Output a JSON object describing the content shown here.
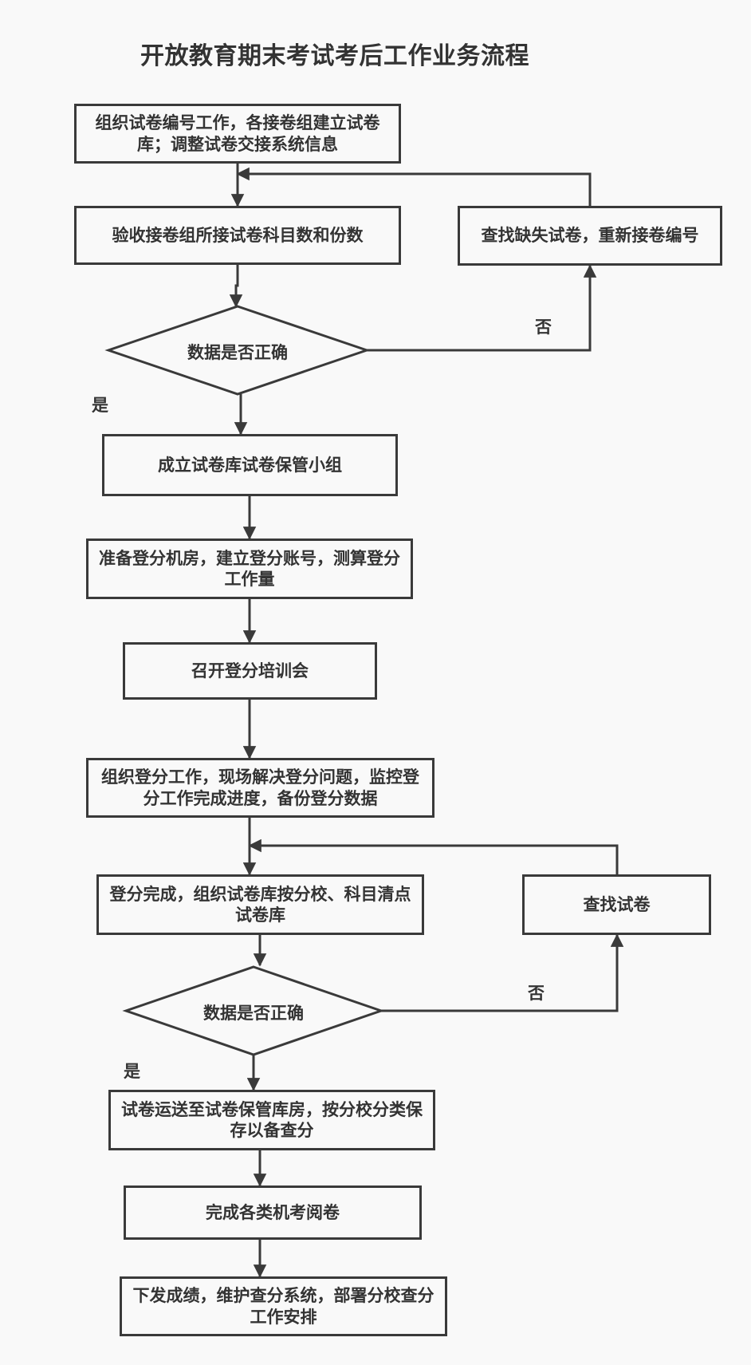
{
  "title": "开放教育期末考试考后工作业务流程",
  "nodes": {
    "n1": "组织试卷编号工作，各接卷组建立试卷库；调整试卷交接系统信息",
    "n2": "验收接卷组所接试卷科目数和份数",
    "n3": "查找缺失试卷，重新接卷编号",
    "d1": "数据是否正确",
    "n4": "成立试卷库试卷保管小组",
    "n5": "准备登分机房，建立登分账号，测算登分工作量",
    "n6": "召开登分培训会",
    "n7": "组织登分工作，现场解决登分问题，监控登分工作完成进度，备份登分数据",
    "n8": "登分完成，组织试卷库按分校、科目清点试卷库",
    "n9": "查找试卷",
    "d2": "数据是否正确",
    "n10": "试卷运送至试卷保管库房，按分校分类保存以备查分",
    "n11": "完成各类机考阅卷",
    "n12": "下发成绩，维护查分系统，部署分校查分工作安排"
  },
  "labels": {
    "no1": "否",
    "yes1": "是",
    "no2": "否",
    "yes2": "是"
  }
}
